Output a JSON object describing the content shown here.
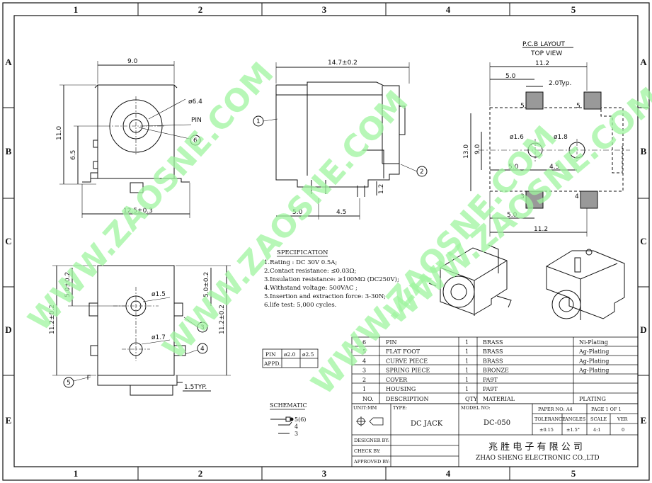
{
  "frame": {
    "columns": [
      "1",
      "2",
      "3",
      "4",
      "5"
    ],
    "rows": [
      "A",
      "B",
      "C",
      "D",
      "E"
    ]
  },
  "views": {
    "front": {
      "dims": [
        "9.0",
        "11.0",
        "6.5",
        "12.5±0.3",
        "ø6.4",
        "PIN"
      ],
      "callout": "6"
    },
    "side": {
      "dims": [
        "14.7±0.2",
        "5.0",
        "4.5",
        "1.2"
      ],
      "callouts": [
        "1",
        "2"
      ]
    },
    "bottom": {
      "dims": [
        "5.0±0.2",
        "5.0±0.2",
        "11.2±0.2",
        "11.2±0.2",
        "ø1.5",
        "ø1.7",
        "1.5TYP."
      ],
      "callouts": [
        "3",
        "4",
        "5"
      ]
    },
    "pcb": {
      "title": "P.C.B LAYOUT",
      "subtitle": "TOP VIEW",
      "dims": [
        "11.2",
        "5.0",
        "2.0Typ.",
        "ø1.6",
        "ø1.8",
        "13.0",
        "9.0",
        "5.0",
        "4.5",
        "5.0",
        "11.2"
      ],
      "pad_numbers": [
        "5",
        "5",
        "3",
        "4"
      ]
    }
  },
  "specification": {
    "title": "SPECIFICATION",
    "lines": [
      "1.Rating : DC 30V 0.5A;",
      "2.Contact resistance: ≤0.03Ω;",
      "3.Insulation resistance: ≥100MΩ (DC250V);",
      "4.Withstand voltage: 500VAC ;",
      "5.Insertion and extraction force: 3-30N;",
      "6.life test: 5,000 cycles."
    ]
  },
  "pin_table": {
    "headers": [
      "PIN",
      "ø2.0",
      "ø2.5"
    ],
    "row2": [
      "APPD.",
      "",
      ""
    ]
  },
  "schematic": {
    "title": "SCHEMATIC",
    "labels": [
      "5(6)",
      "4",
      "3"
    ]
  },
  "bom": {
    "rows": [
      {
        "no": "6",
        "desc": "PIN",
        "qty": "1",
        "material": "BRASS",
        "plating": "Ni-Plating"
      },
      {
        "no": "5",
        "desc": "FLAT FOOT",
        "qty": "1",
        "material": "BRASS",
        "plating": "Ag-Plating"
      },
      {
        "no": "4",
        "desc": "CURVE PIECE",
        "qty": "1",
        "material": "BRASS",
        "plating": "Ag-Plating"
      },
      {
        "no": "3",
        "desc": "SPRING PIECE",
        "qty": "1",
        "material": "BRONZE",
        "plating": "Ag-Plating"
      },
      {
        "no": "2",
        "desc": "COVER",
        "qty": "1",
        "material": "PA9T",
        "plating": ""
      },
      {
        "no": "1",
        "desc": "HOUSING",
        "qty": "1",
        "material": "PA9T",
        "plating": ""
      }
    ],
    "header": {
      "no": "NO.",
      "desc": "DESCRIPTION",
      "qty": "QTY",
      "material": "MATERIAL",
      "plating": "PLATING"
    }
  },
  "title_block": {
    "unit": "UNIT:MM",
    "type_label": "TYPE:",
    "type_value": "DC  JACK",
    "model_label": "MODEL NO:",
    "model_value": "DC-050",
    "paper": "PAPER NO: A4",
    "page": "PAGE 1 OF 1",
    "tolerance_h": "TOLERANCE",
    "angles_h": "ANGLES",
    "scale_h": "SCALE",
    "ver_h": "VER",
    "tolerance_v": "±0.15",
    "angles_v": "±1.5°",
    "scale_v": "4:1",
    "ver_v": "0",
    "designer": "DESIGNER BY:",
    "check": "CHECK    BY:",
    "approved": "APPROVED BY:",
    "company_cn": "兆 胜 电 子 有 限 公 司",
    "company_en": "ZHAO SHENG ELECTRONIC CO.,LTD"
  },
  "watermark": {
    "texts": [
      "WWW.ZAOSNE.COM",
      "WWW.ZAOSNE.COM",
      "WWW.ZAOSNE.COM",
      "WWW.ZAOSNE.COM"
    ],
    "color": "#9ff59f"
  }
}
